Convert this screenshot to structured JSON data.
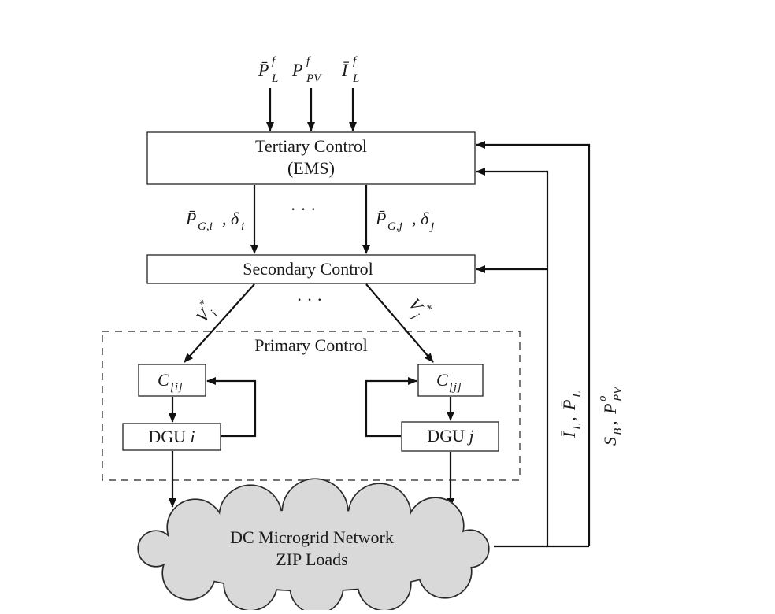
{
  "inputs": {
    "pl_f": {
      "base": "P̄",
      "sup": "f",
      "sub": "L"
    },
    "ppv_f": {
      "base": "P",
      "sup": "f",
      "sub": "PV"
    },
    "il_f": {
      "base": "Ī",
      "sup": "f",
      "sub": "L"
    }
  },
  "tertiary": {
    "line1": "Tertiary Control",
    "line2": "(EMS)"
  },
  "tertiary_outputs": {
    "left": {
      "base": "P̄",
      "sub": "G,i",
      "rest": ", δ",
      "rest_sub": "i"
    },
    "right": {
      "base": "P̄",
      "sub": "G,j",
      "rest": ", δ",
      "rest_sub": "j"
    },
    "ellipsis": "· · ·"
  },
  "secondary": {
    "label": "Secondary Control"
  },
  "secondary_outputs": {
    "left": {
      "base": "V",
      "sup": "*",
      "sub": "i"
    },
    "right": {
      "base": "V",
      "sup": "*",
      "sub": "j"
    },
    "ellipsis": "· · ·"
  },
  "primary": {
    "label": "Primary Control",
    "ci": {
      "base": "C",
      "sub": "[i]"
    },
    "cj": {
      "base": "C",
      "sub": "[j]"
    },
    "dgu_i": {
      "text": "DGU ",
      "var": "i"
    },
    "dgu_j": {
      "text": "DGU ",
      "var": "j"
    }
  },
  "network": {
    "line1": "DC Microgrid Network",
    "line2": "ZIP Loads",
    "fill": "#d9d9d9"
  },
  "feedback": {
    "inner": {
      "base1": "Ī",
      "sub1": "L",
      "sep": ", ",
      "base2": "P̄",
      "sub2": "L"
    },
    "outer": {
      "base1": "S",
      "sub1": "B",
      "sep": ", ",
      "base2": "P",
      "sup2": "o",
      "sub2": "PV"
    }
  }
}
